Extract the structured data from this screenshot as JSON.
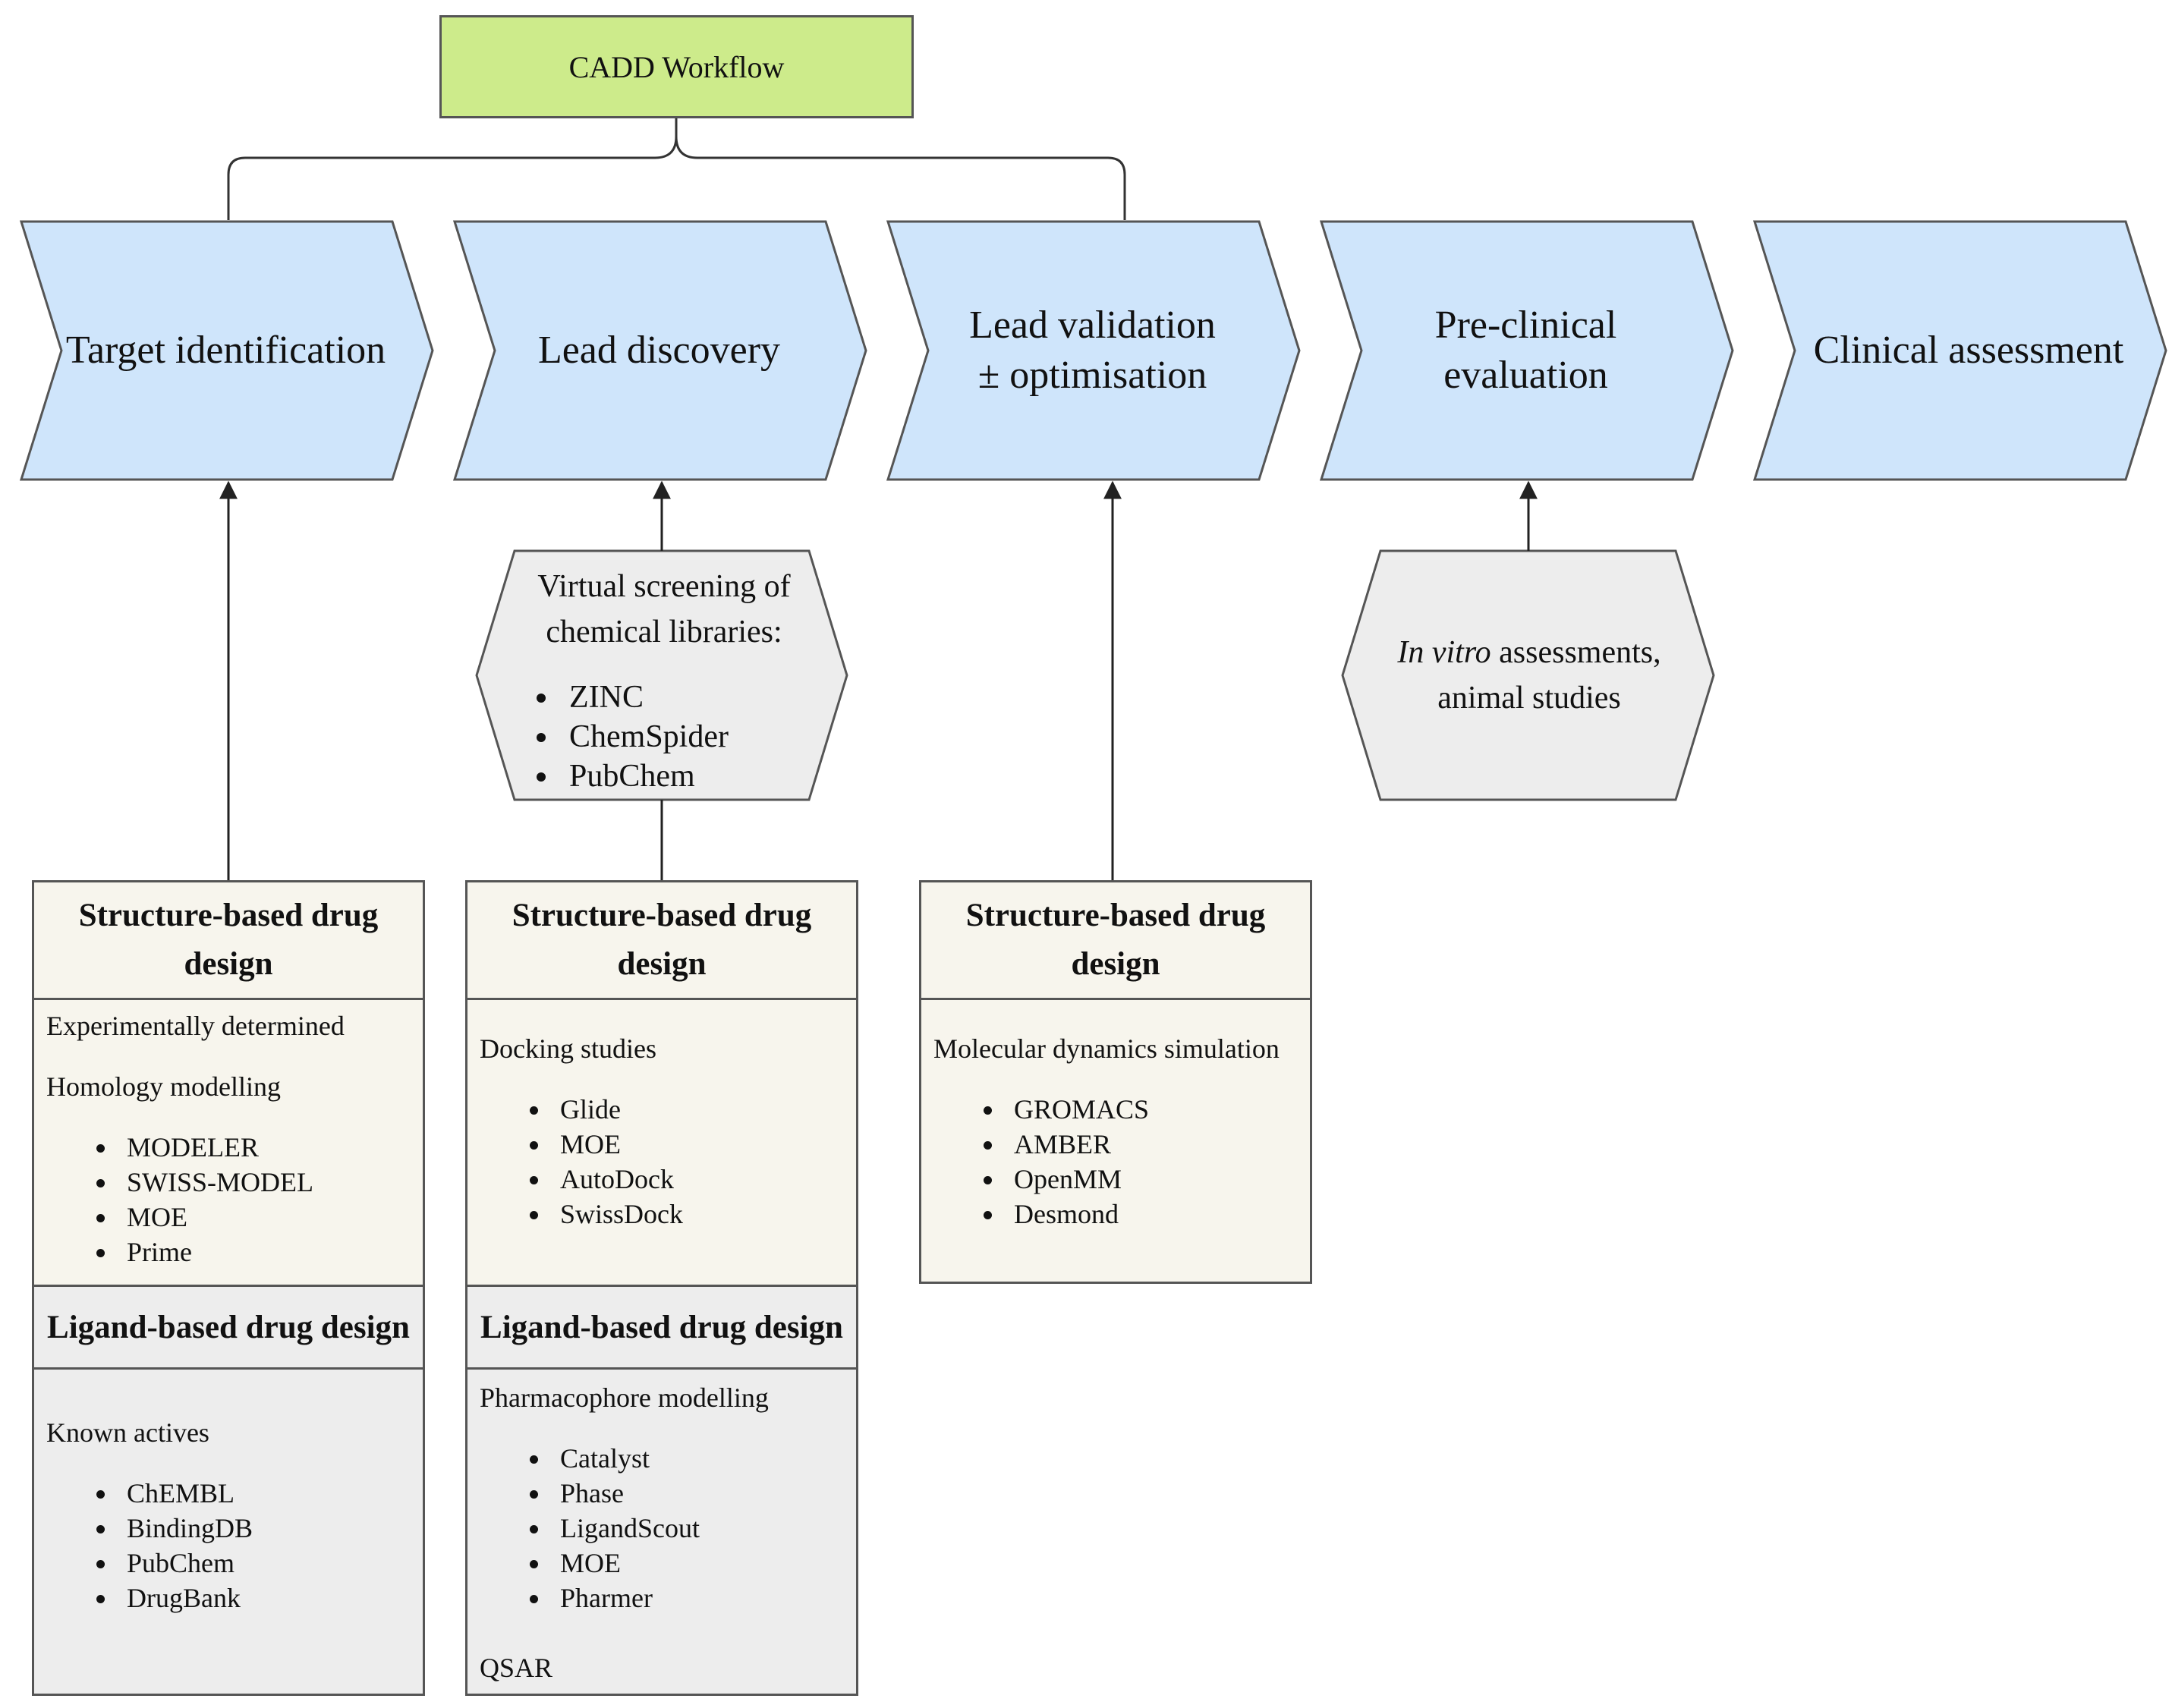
{
  "root": {
    "label": "CADD Workflow"
  },
  "stages": [
    {
      "line1": "Target identification",
      "line2": ""
    },
    {
      "line1": "Lead discovery",
      "line2": ""
    },
    {
      "line1": "Lead validation",
      "line2": "± optimisation"
    },
    {
      "line1": "Pre-clinical",
      "line2": "evaluation"
    },
    {
      "line1": "Clinical assessment",
      "line2": ""
    }
  ],
  "virtual_screening": {
    "line1": "Virtual screening of",
    "line2": "chemical libraries:",
    "items": [
      "ZINC",
      "ChemSpider",
      "PubChem"
    ]
  },
  "preclinical_hex": {
    "italic": "In vitro",
    "rest": " assessments,",
    "line2": "animal studies"
  },
  "cards": {
    "target": {
      "sbdd_title": "Structure-based drug design",
      "sbdd_text1": "Experimentally determined",
      "sbdd_text2": "Homology modelling",
      "sbdd_items": [
        "MODELER",
        "SWISS-MODEL",
        "MOE",
        "Prime"
      ],
      "lbdd_title": "Ligand-based drug design",
      "lbdd_text1": "Known actives",
      "lbdd_items": [
        "ChEMBL",
        "BindingDB",
        "PubChem",
        "DrugBank"
      ]
    },
    "lead": {
      "sbdd_title": "Structure-based drug design",
      "sbdd_text1": "Docking studies",
      "sbdd_items": [
        "Glide",
        "MOE",
        "AutoDock",
        "SwissDock"
      ],
      "lbdd_title": "Ligand-based drug design",
      "lbdd_text1": "Pharmacophore modelling",
      "lbdd_items": [
        "Catalyst",
        "Phase",
        "LigandScout",
        "MOE",
        "Pharmer"
      ],
      "lbdd_text2": "QSAR"
    },
    "validation": {
      "sbdd_title": "Structure-based drug design",
      "sbdd_text1": "Molecular dynamics simulation",
      "sbdd_items": [
        "GROMACS",
        "AMBER",
        "OpenMM",
        "Desmond"
      ]
    }
  },
  "colors": {
    "root_fill": "#cdeb8b",
    "stage_fill": "#cfe5fb",
    "hex_fill": "#ededed",
    "sbdd_fill": "#f7f5ed",
    "lbdd_fill": "#ededed",
    "stroke": "#555555"
  }
}
